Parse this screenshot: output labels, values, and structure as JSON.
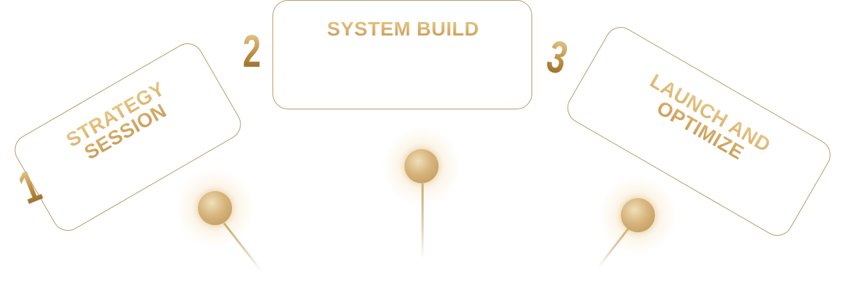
{
  "steps": [
    {
      "number": "1",
      "title": "STRATEGY\nSESSION"
    },
    {
      "number": "2",
      "title": "SYSTEM BUILD"
    },
    {
      "number": "3",
      "title": "LAUNCH AND\nOPTIMIZE"
    }
  ],
  "colors": {
    "gold": "#c9a05c",
    "border": "#b99a66",
    "background": "#ffffff"
  }
}
